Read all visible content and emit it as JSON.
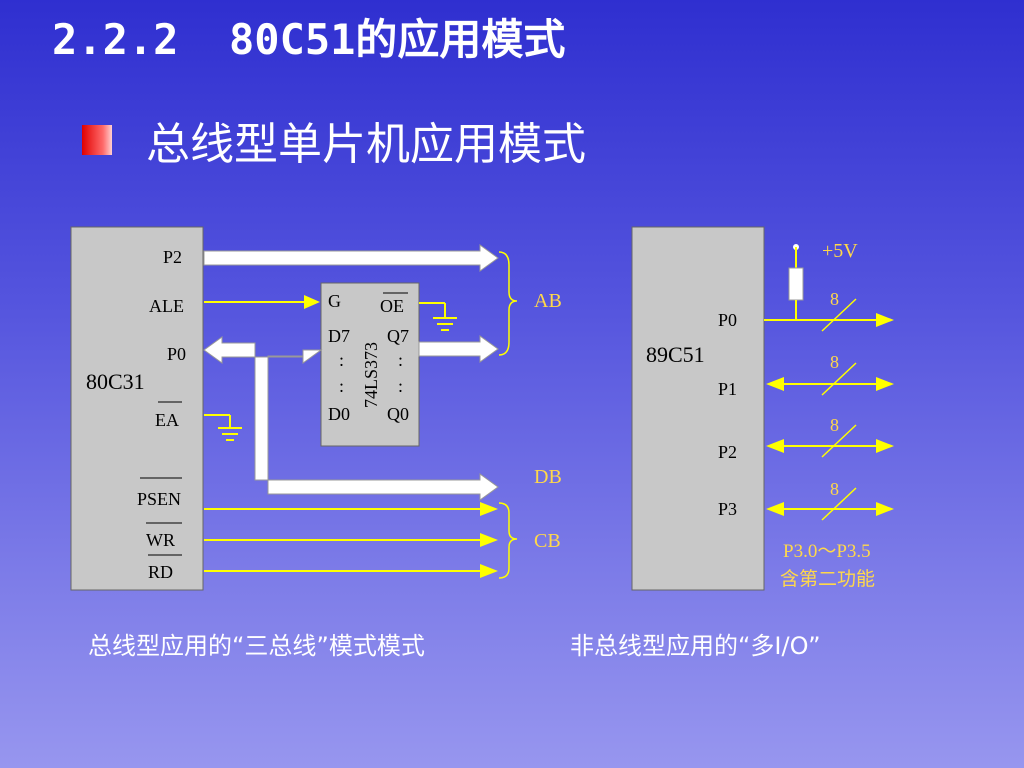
{
  "title": "2.2.2  80C51的应用模式",
  "subtitle": "总线型单片机应用模式",
  "left": {
    "chip": "80C31",
    "pins": {
      "p2": "P2",
      "ale": "ALE",
      "p0": "P0",
      "ea": "EA",
      "psen": "PSEN",
      "wr": "WR",
      "rd": "RD"
    },
    "latch": {
      "name": "74LS373",
      "g": "G",
      "oe": "OE",
      "d7": "D7",
      "q7": "Q7",
      "dots": ":",
      "d0": "D0",
      "q0": "Q0"
    },
    "buses": {
      "ab": "AB",
      "db": "DB",
      "cb": "CB"
    },
    "caption": "总线型应用的“三总线”模式模式"
  },
  "right": {
    "chip": "89C51",
    "pins": {
      "p0": "P0",
      "p1": "P1",
      "p2": "P2",
      "p3": "P3"
    },
    "vcc": "+5V",
    "width": "8",
    "p3_note1": "P3.0～P3.5",
    "p3_note2": "含第二功能",
    "caption": "非总线型应用的“多I/O”"
  },
  "colors": {
    "background": "#3a3ad4",
    "chip": "#c8c8c8",
    "bus": "#ffffff",
    "signal": "#ffff00",
    "label": "#ffd84a"
  }
}
